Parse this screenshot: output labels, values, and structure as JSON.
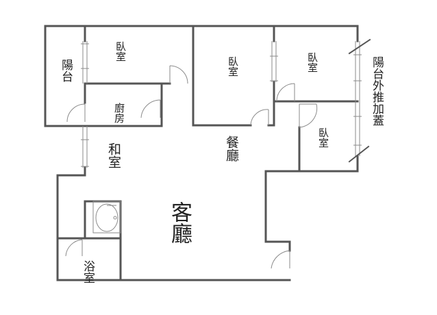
{
  "plan": {
    "wall_color": "#555555",
    "line_color": "#8a8a8a",
    "rooms": {
      "balcony": "陽台",
      "bedroom_top_left": "臥室",
      "kitchen": "廚房",
      "bedroom_middle": "臥室",
      "bedroom_right_top": "臥室",
      "bedroom_right_bottom": "臥室",
      "japanese_room": "和室",
      "dining": "餐廳",
      "living": "客廳",
      "bathroom": "浴室"
    },
    "annotation": "陽台外推加蓋"
  }
}
